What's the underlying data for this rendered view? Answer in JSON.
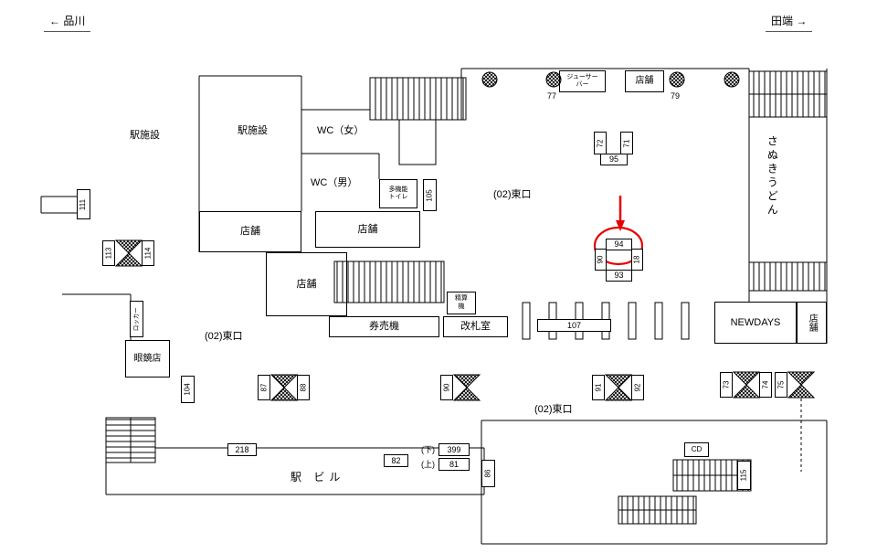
{
  "directions": {
    "left_arrow": "←",
    "left_station": "品川",
    "right_station": "田端",
    "right_arrow": "→"
  },
  "rooms": {
    "station_facility_left": "駅施設",
    "station_facility_mid": "駅施設",
    "wc_women": "WC（女）",
    "wc_men": "WC（男）",
    "multifunction_1": "多機能",
    "multifunction_2": "トイレ",
    "shop_a": "店舗",
    "shop_b": "店舗",
    "shop_c": "店舗",
    "shop_top": "店舗",
    "shop_right": "店舗",
    "juicer_1": "ジューサー",
    "juicer_2": "バー",
    "ticket_machines": "券売機",
    "fare_adjust_1": "精算",
    "fare_adjust_2": "機",
    "gate_room": "改札室",
    "glasses_shop": "眼鏡店",
    "locker": "ロッカー",
    "newdays": "NEWDAYS",
    "sanuki_udon": "さぬきうどん",
    "station_building": "駅 ビル",
    "cd": "CD"
  },
  "exits": {
    "east_upper": "(02)東口",
    "east_left": "(02)東口",
    "east_lower": "(02)東口"
  },
  "positions": {
    "p77": "77",
    "p79": "79",
    "p72": "72",
    "p71": "71",
    "p95": "95",
    "p94": "94",
    "p93": "93",
    "p90_side": "90",
    "p18_side": "18",
    "p107": "107",
    "p111": "111",
    "p113": "113",
    "p114": "114",
    "p104": "104",
    "p105": "105",
    "p87": "87",
    "p88": "88",
    "p90": "90",
    "p91": "91",
    "p92": "92",
    "p73": "73",
    "p74": "74",
    "p75": "75",
    "p218": "218",
    "p82": "82",
    "p399": "399",
    "p81": "81",
    "p86": "86",
    "p115": "115",
    "label_down": "(下)",
    "label_up": "(上)"
  },
  "highlight": {
    "target": "94",
    "color": "#e60000"
  }
}
